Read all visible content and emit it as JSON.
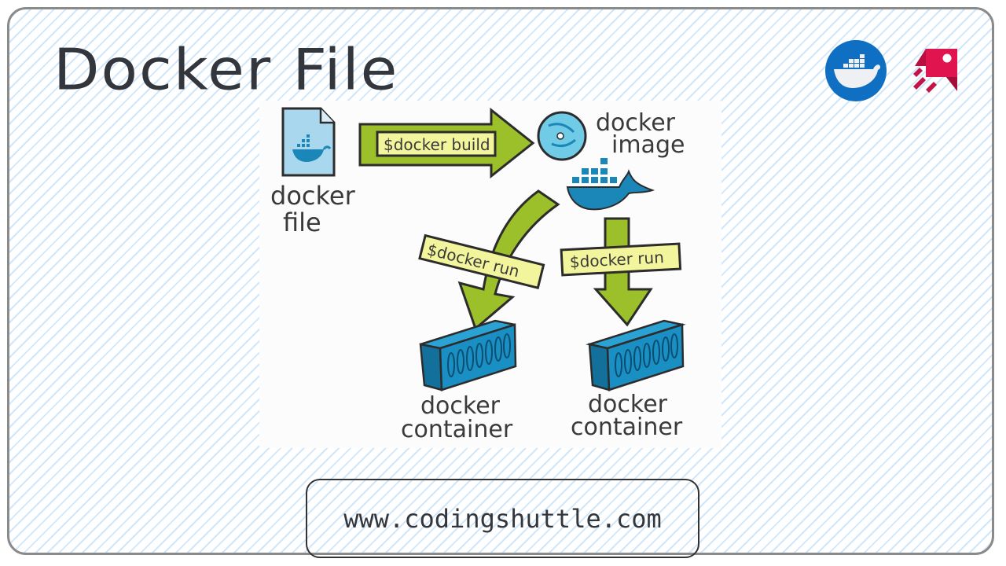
{
  "title": "Docker File",
  "logos": {
    "docker": "docker-logo-icon",
    "codingshuttle": "coding-shuttle-logo-icon"
  },
  "colors": {
    "stripe": "#cfe6fb",
    "border": "#8a8a8a",
    "docker_blue": "#0f6fc2",
    "arrow_green": "#9bc02a",
    "label_yellow": "#f3f59c",
    "container_blue": "#1a8fc4",
    "brand_red": "#e0144f"
  },
  "diagram": {
    "dockerfile_label_line1": "docker",
    "dockerfile_label_line2": "file",
    "build_command": "$docker build",
    "image_label_line1": "docker",
    "image_label_line2": "image",
    "run_command_left": "$docker run",
    "run_command_right": "$docker run",
    "container_left_line1": "docker",
    "container_left_line2": "container",
    "container_right_line1": "docker",
    "container_right_line2": "container"
  },
  "footer": {
    "url": "www.codingshuttle.com"
  }
}
